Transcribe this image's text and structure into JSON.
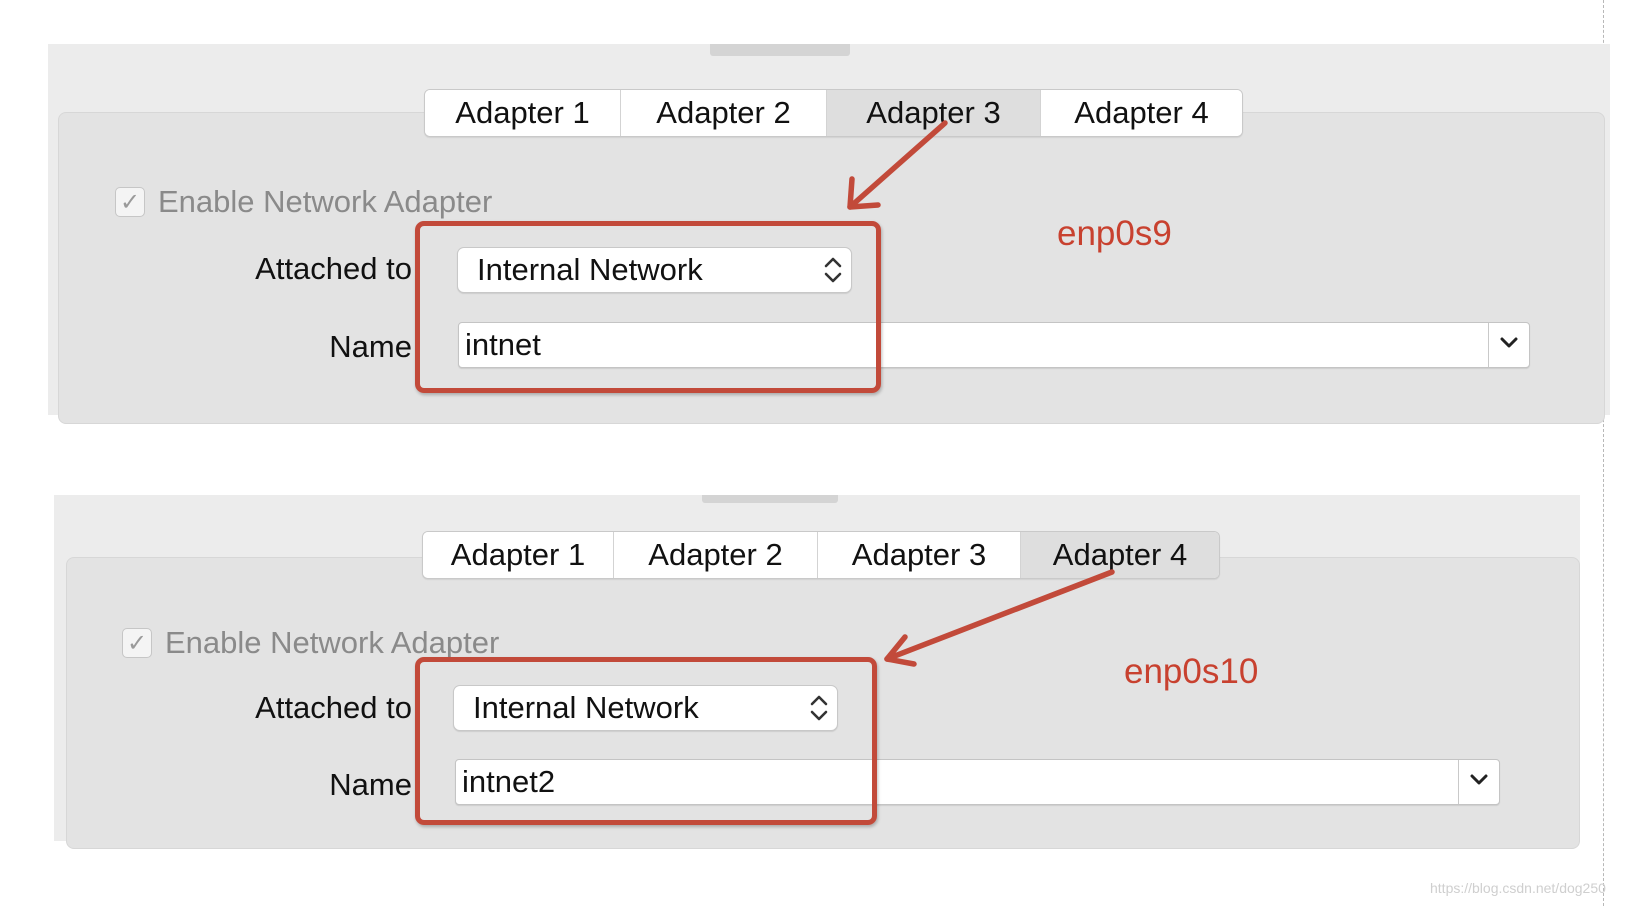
{
  "annotation_color": "#c8412f",
  "icons": {
    "checkbox": "checkmark-icon",
    "select_arrows": "up-down-chevron-icon",
    "combo_button": "chevron-down-icon",
    "pointer": "red-arrow-annotation"
  },
  "panels": [
    {
      "tabs": [
        "Adapter 1",
        "Adapter 2",
        "Adapter 3",
        "Adapter 4"
      ],
      "active_tab": "Adapter 3",
      "enable_label": "Enable Network Adapter",
      "enable_checked": true,
      "attached_label": "Attached to",
      "attached_value": "Internal Network",
      "name_label": "Name",
      "name_value": "intnet",
      "annotation": "enp0s9"
    },
    {
      "tabs": [
        "Adapter 1",
        "Adapter 2",
        "Adapter 3",
        "Adapter 4"
      ],
      "active_tab": "Adapter 4",
      "enable_label": "Enable Network Adapter",
      "enable_checked": true,
      "attached_label": "Attached to",
      "attached_value": "Internal Network",
      "name_label": "Name",
      "name_value": "intnet2",
      "annotation": "enp0s10"
    }
  ],
  "watermark": "https://blog.csdn.net/dog250"
}
